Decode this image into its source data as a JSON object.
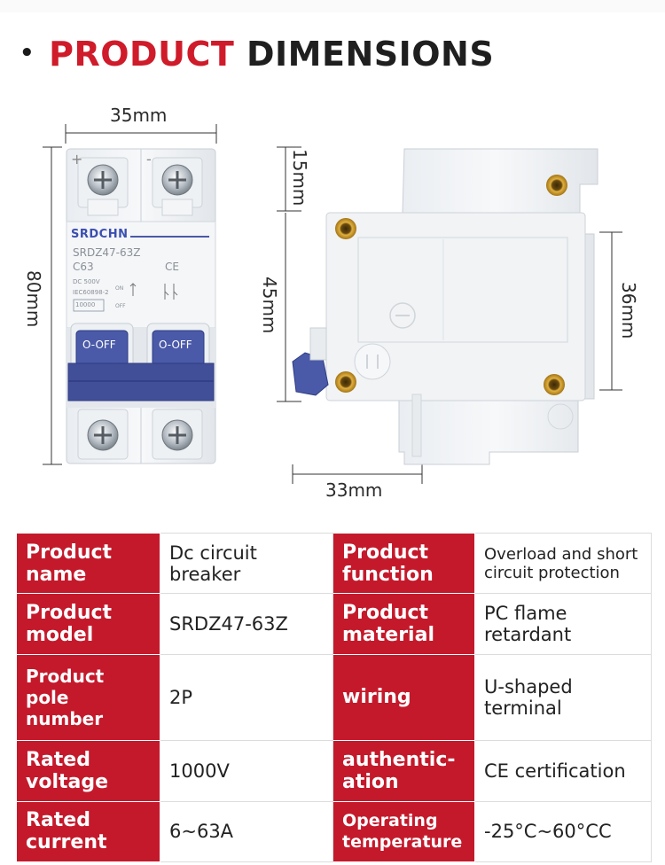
{
  "heading": {
    "bullet": "•",
    "word1": "PRODUCT",
    "word2": "DIMENSIONS"
  },
  "front_view": {
    "width_label": "35mm",
    "height_label": "80mm",
    "brand": "SRDCHN",
    "model_text": "SRDZ47-63Z",
    "rating_text": "C63",
    "dc_text": "DC 500V",
    "std_text": "IEC60898-2",
    "icu_text": "10000",
    "on_text": "ON",
    "off_text": "OFF",
    "ce_text": "CE",
    "switch_text": "O-OFF",
    "plus": "+",
    "minus": "-"
  },
  "side_view": {
    "top_label": "15mm",
    "mid_label": "45mm",
    "right_label": "36mm",
    "bottom_label": "33mm"
  },
  "specs": [
    {
      "label1": "Product name",
      "value1": "Dc circuit breaker",
      "label2": "Product function",
      "value2": "Overload and short circuit protection"
    },
    {
      "label1": "Product model",
      "value1": "SRDZ47-63Z",
      "label2": "Product material",
      "value2": "PC flame retardant"
    },
    {
      "label1": "Product pole number",
      "value1": "2P",
      "label2": "wiring",
      "value2": "U-shaped terminal"
    },
    {
      "label1": "Rated voltage",
      "value1": "1000V",
      "label2": "authentic-ation",
      "value2": "CE certification"
    },
    {
      "label1": "Rated current",
      "value1": "6~63A",
      "label2": "Operating temperature",
      "value2": "-25°C~60°CC"
    }
  ],
  "colors": {
    "accent_red": "#c4192b",
    "switch_blue": "#4a5aa8",
    "brass": "#c8961e"
  }
}
